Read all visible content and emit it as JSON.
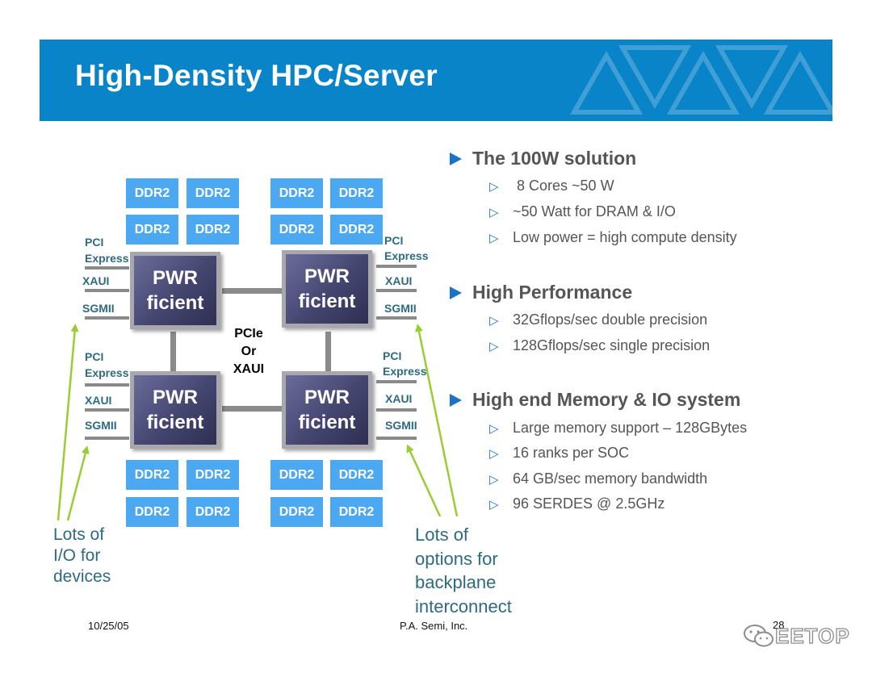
{
  "slide": {
    "title": "High-Density HPC/Server"
  },
  "diagram": {
    "ddr_label": "DDR2",
    "chip_line1": "PWR",
    "chip_line2": "ficient",
    "interconnect": [
      "PCIe",
      "Or",
      "XAUI"
    ],
    "io_labels": {
      "pci": "PCI",
      "express": "Express",
      "xaui": "XAUI",
      "sgmii": "SGMII"
    },
    "note_left": [
      "Lots of",
      "I/O for",
      "devices"
    ],
    "note_right": [
      "Lots of",
      "options for",
      "backplane",
      "interconnect"
    ],
    "arrow_color": "#9acd32",
    "ddr_color": "#4da8f2",
    "chip_color": "#44456f"
  },
  "bullets": [
    {
      "heading": "The 100W solution",
      "items": [
        " 8 Cores ~50 W",
        "~50 Watt for DRAM & I/O",
        "Low power = high compute density"
      ]
    },
    {
      "heading": "High Performance",
      "items": [
        "32Gflops/sec double precision",
        "128Gflops/sec single precision"
      ]
    },
    {
      "heading": "High end Memory & IO system",
      "items": [
        "Large memory support – 128GBytes",
        "16 ranks per SOC",
        "64 GB/sec memory bandwidth",
        "96 SERDES @ 2.5GHz"
      ]
    }
  ],
  "footer": {
    "date": "10/25/05",
    "company": "P.A. Semi, Inc.",
    "page": "28"
  },
  "watermark": {
    "text": "EETOP",
    "icon": "wechat-icon"
  },
  "colors": {
    "banner": "#0a84c8",
    "accent": "#1a73c9",
    "text": "#555555",
    "note": "#2e6b80"
  }
}
